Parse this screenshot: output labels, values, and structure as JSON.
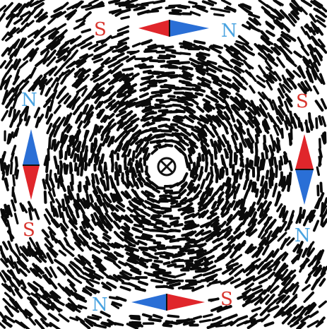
{
  "colors": {
    "north": "#2a6fd6",
    "south": "#e0262b",
    "north_label": "#4aa3e0",
    "south_label": "#d8332c",
    "filings": "#0a0a0a",
    "background": "#ffffff"
  },
  "wire": {
    "symbol": "⊗",
    "icon": "current-into-page-icon"
  },
  "compasses": [
    {
      "id": "top",
      "s_label": "S",
      "n_label": "N"
    },
    {
      "id": "left",
      "s_label": "S",
      "n_label": "N"
    },
    {
      "id": "right",
      "s_label": "S",
      "n_label": "N"
    },
    {
      "id": "bottom",
      "s_label": "S",
      "n_label": "N"
    }
  ],
  "field": {
    "direction": "clockwise"
  }
}
